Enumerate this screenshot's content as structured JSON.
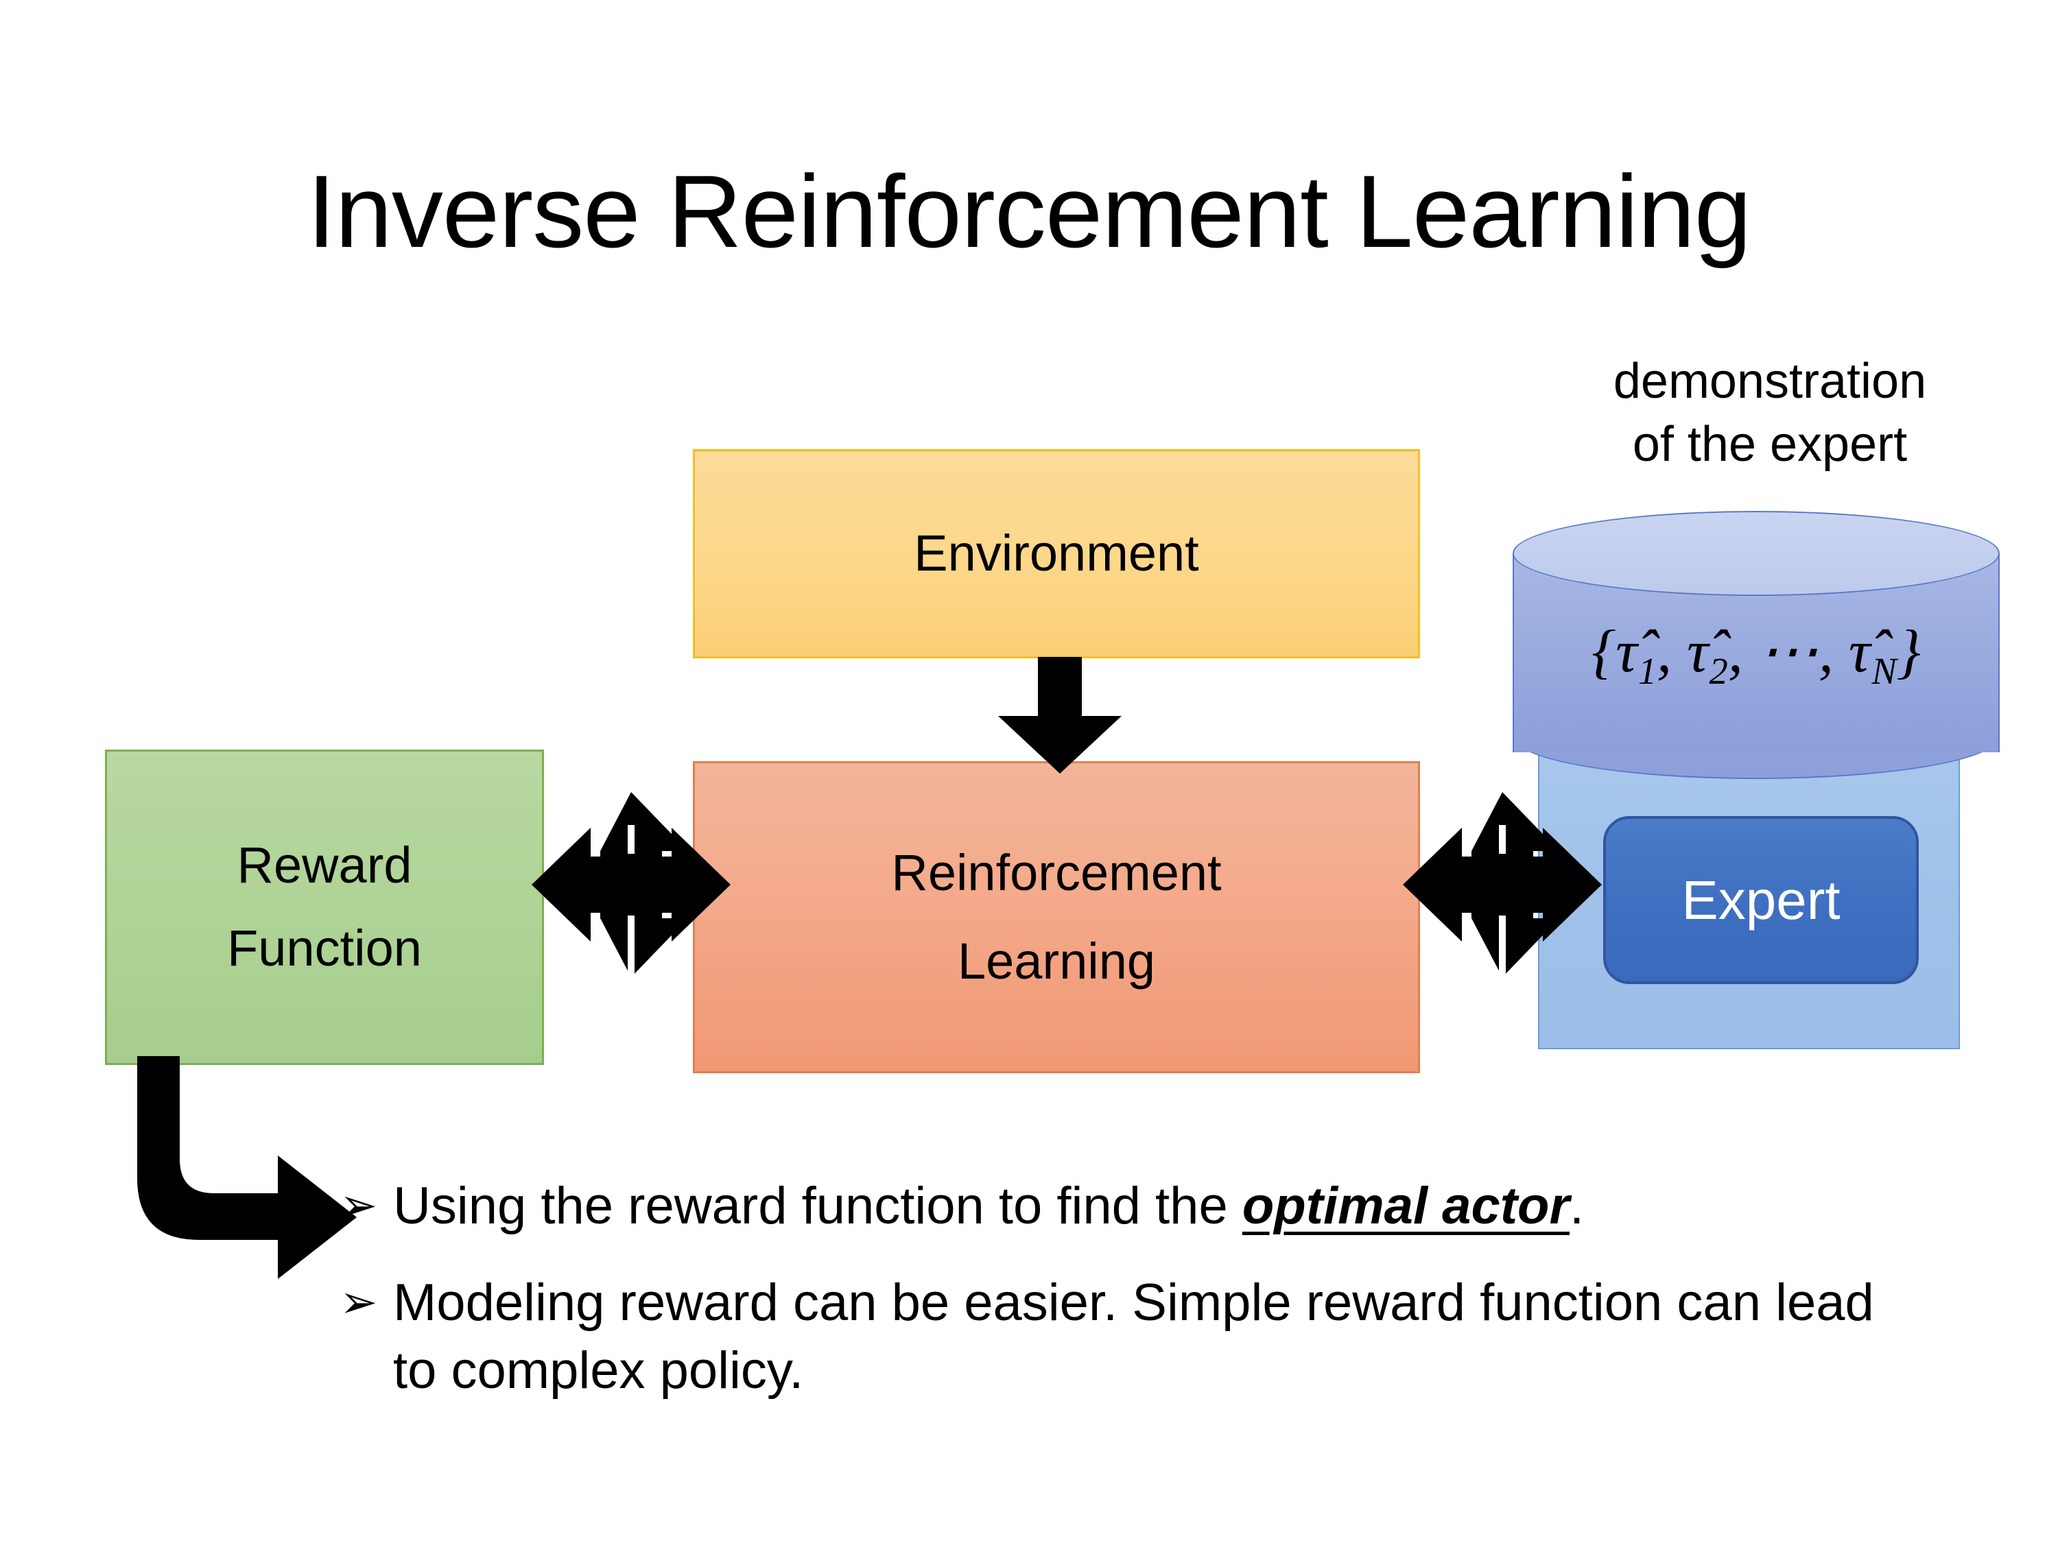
{
  "slide": {
    "title": "Inverse Reinforcement Learning",
    "background_color": "#FFFFFF"
  },
  "diagram": {
    "environment_box": {
      "label": "Environment",
      "fill_color": "#FBD88E",
      "border_color": "#F2C029"
    },
    "rl_box": {
      "label_line1": "Reinforcement",
      "label_line2": "Learning",
      "fill_color": "#F3AC8E",
      "border_color": "#E0804F"
    },
    "reward_box": {
      "label_line1": "Reward",
      "label_line2": "Function",
      "fill_color": "#AED396",
      "border_color": "#7FAE55"
    },
    "expert_panel": {
      "fill_color": "#9FC1E9",
      "border_color": "#6B9BDC"
    },
    "expert_chip": {
      "label": "Expert",
      "fill_color": "#3D6EC0",
      "border_color": "#2F56A0",
      "text_color": "#FFFFFF"
    },
    "demo_caption": {
      "line1": "demonstration",
      "line2": "of the expert"
    },
    "trajectory_cylinder": {
      "open_brace": "{",
      "tau1": "τ̂",
      "sub1": "1",
      "comma1": ", ",
      "tau2": "τ̂",
      "sub2": "2",
      "comma2": ", ",
      "ellipsis": "⋯",
      "comma3": ", ",
      "tauN": "τ̂",
      "subN": "N",
      "close_brace": "}",
      "fill_color": "#9DAEE0",
      "top_fill_color": "#C3CFEE",
      "border_color": "#5A79C8"
    },
    "connectors": {
      "environment_to_rl": "down-arrow",
      "reward_to_rl": "left-right-double-arrow",
      "rl_to_expert": "left-right-double-arrow",
      "reward_to_bullets": "bent-elbow-arrow",
      "color": "#000000"
    }
  },
  "bullets": {
    "marker": "➢",
    "items": [
      {
        "text_before": "Using the reward function to find the ",
        "emphasis": "optimal actor",
        "text_after": "."
      },
      {
        "text_before": "Modeling reward can be easier. Simple reward function can lead to complex policy.",
        "emphasis": "",
        "text_after": ""
      }
    ]
  }
}
